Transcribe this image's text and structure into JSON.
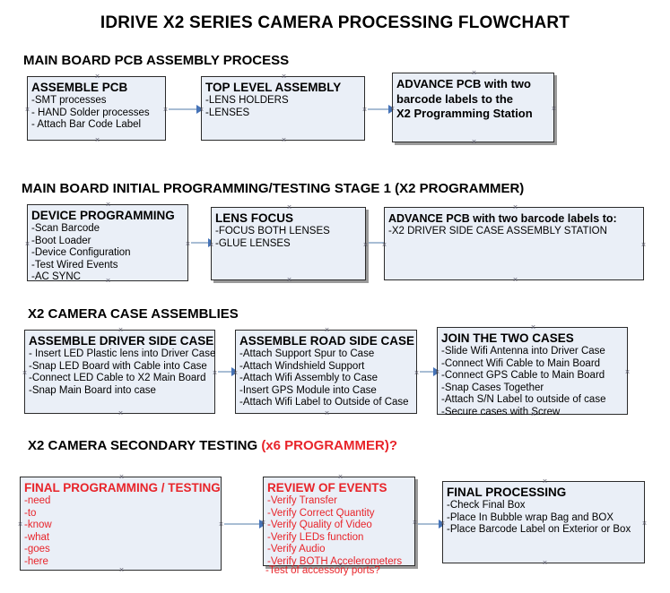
{
  "document": {
    "title": "IDRIVE X2  SERIES CAMERA PROCESSING FLOWCHART"
  },
  "colors": {
    "box_fill": "#eaeff7",
    "box_border": "#2b2b2b",
    "accent_red": "#e8242a",
    "connector": "#a8bdd4",
    "arrowhead": "#4573b8",
    "text": "#000000"
  },
  "sections": [
    {
      "heading": "MAIN BOARD PCB ASSEMBLY PROCESS",
      "heading_red": "",
      "boxes": [
        {
          "title": "ASSEMBLE PCB",
          "lines": [
            "-SMT processes",
            "- HAND Solder processes",
            "- Attach Bar Code Label"
          ]
        },
        {
          "title": "TOP LEVEL ASSEMBLY",
          "lines": [
            "-LENS HOLDERS",
            "-LENSES"
          ]
        },
        {
          "title_lines": [
            "ADVANCE PCB with two",
            "barcode labels to the",
            " X2 Programming Station"
          ],
          "lines": []
        }
      ]
    },
    {
      "heading": "MAIN BOARD INITIAL PROGRAMMING/TESTING STAGE 1 (X2 PROGRAMMER)",
      "heading_red": "",
      "boxes": [
        {
          "title": "DEVICE PROGRAMMING",
          "lines": [
            "-Scan Barcode",
            "-Boot Loader",
            "-Device Configuration",
            "-Test Wired Events",
            "-AC SYNC"
          ]
        },
        {
          "title": "LENS FOCUS",
          "lines": [
            "-FOCUS BOTH LENSES",
            "-GLUE LENSES"
          ]
        },
        {
          "title": "ADVANCE PCB with two barcode labels to:",
          "lines": [
            "-X2 DRIVER  SIDE  CASE  ASSEMBLY STATION"
          ]
        }
      ]
    },
    {
      "heading": "X2 CAMERA CASE ASSEMBLIES",
      "heading_red": "",
      "boxes": [
        {
          "title": "ASSEMBLE DRIVER SIDE CASE",
          "lines": [
            "- Insert LED Plastic lens into Driver Case",
            "-Snap LED Board with Cable into Case",
            "-Connect LED Cable to X2 Main Board",
            "-Snap Main Board into case"
          ]
        },
        {
          "title": "ASSEMBLE ROAD SIDE CASE",
          "lines": [
            "-Attach Support Spur to Case",
            "-Attach Windshield Support",
            "-Attach Wifi Assembly to Case",
            "-Insert GPS Module into Case",
            "-Attach Wifi Label to Outside of Case"
          ]
        },
        {
          "title": "JOIN THE TWO CASES",
          "lines": [
            "-Slide Wifi Antenna into Driver Case",
            "-Connect Wifi Cable to Main Board",
            "-Connect GPS Cable to Main Board",
            "-Snap Cases Together",
            "-Attach S/N Label to outside of case",
            "-Secure cases with Screw"
          ]
        }
      ]
    },
    {
      "heading": "X2 CAMERA SECONDARY TESTING ",
      "heading_red": "(x6 PROGRAMMER)?",
      "boxes": [
        {
          "title": "FINAL PROGRAMMING / TESTING",
          "lines": [
            "-need",
            "-to",
            "-know",
            "-what",
            "-goes",
            "-here"
          ]
        },
        {
          "title": "REVIEW OF EVENTS",
          "lines": [
            "-Verify Transfer",
            "-Verify Correct Quantity",
            "-Verify Quality of Video",
            "-Verify LEDs function",
            "-Verify Audio",
            "-Verify BOTH Accelerometers"
          ],
          "overflow_line": "-Test of accessory ports?"
        },
        {
          "title": "FINAL PROCESSING",
          "lines": [
            " -Check Final Box",
            "-Place In Bubble wrap Bag and BOX",
            "-Place Barcode Label on Exterior or Box"
          ]
        }
      ]
    }
  ]
}
